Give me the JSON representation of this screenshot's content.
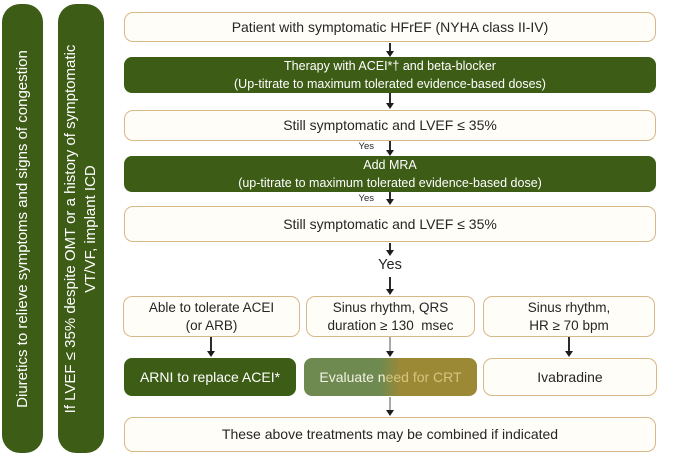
{
  "colors": {
    "dark_green": "#3d5c16",
    "sage_green": "#6f8a50",
    "gold_olive": "#9c8936",
    "tan_border": "#d8b888",
    "arrow_black": "#1c1c1c",
    "arrow_gray": "#a9a9a9",
    "crt_text_tan": "#d5c67f"
  },
  "sidebars": {
    "diuretics": {
      "label": "Diuretics to relieve symptoms and signs of congestion"
    },
    "icd": {
      "label": "If LVEF ≤ 35% despite OMT or a history of symptomatic VT/VF, implant ICD",
      "line1": "If LVEF ≤ 35% despite OMT or a history of symptomatic",
      "line2": "VT/VF, implant ICD"
    }
  },
  "flow": {
    "patient": "Patient with symptomatic HFrEF (NYHA class II-IV)",
    "therapy_line1": "Therapy with ACEI*† and beta-blocker",
    "therapy_line2": "(Up-titrate to maximum tolerated evidence-based doses)",
    "still1": "Still symptomatic and LVEF ≤ 35%",
    "yes1": "Yes",
    "mra_line1": "Add MRA",
    "mra_line2": "(up-titrate to maximum tolerated evidence-based dose)",
    "yes2": "Yes",
    "still2": "Still symptomatic and LVEF ≤ 35%",
    "yes3": "Yes",
    "acei_line1": "Able to tolerate ACEI",
    "acei_line2": "(or ARB)",
    "qrs_line1": "Sinus rhythm, QRS",
    "qrs_line2": "duration ≥ 130  msec",
    "hr_line1": "Sinus rhythm,",
    "hr_line2": "HR ≥ 70 bpm",
    "arni": "ARNI to replace ACEI*",
    "crt_label": "Evaluate need for CRT",
    "crt_part_white": "Evaluate n",
    "crt_part_tan": "eed for CRT",
    "ivabradine": "Ivabradine",
    "combined": "These above treatments may be combined if indicated"
  }
}
